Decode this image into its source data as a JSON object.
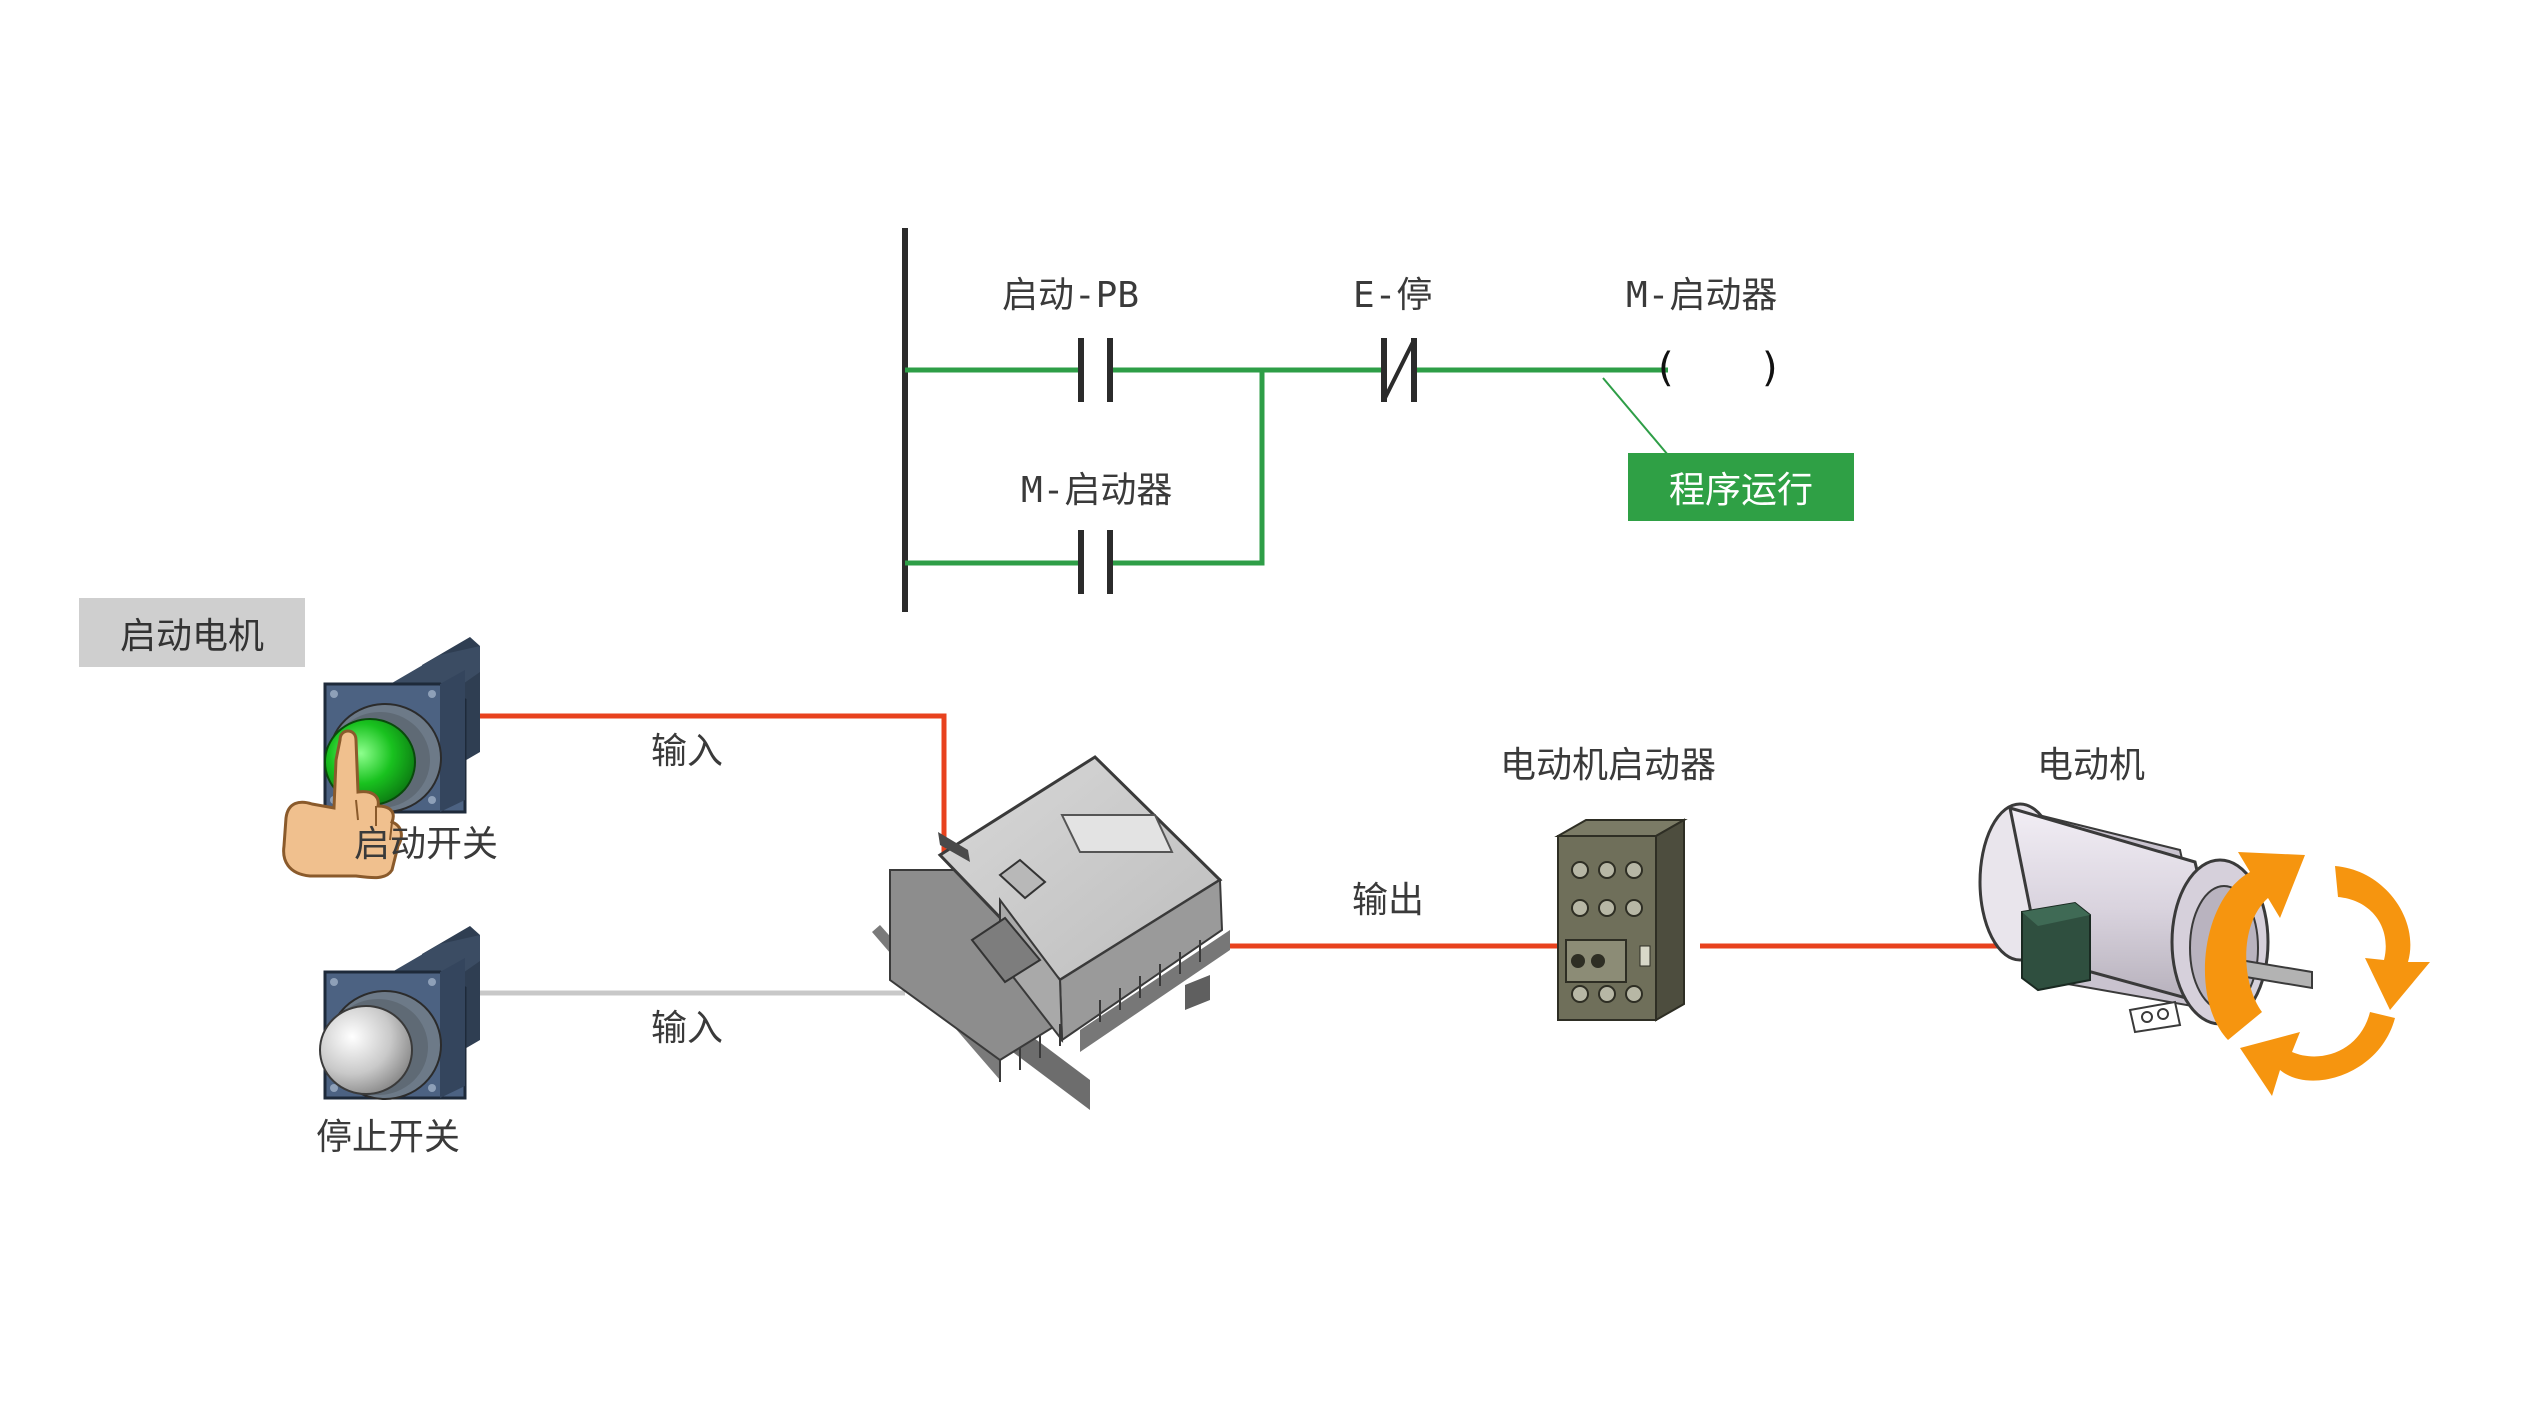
{
  "controls": {
    "start_motor_button": "启动电机"
  },
  "ladder": {
    "contact_start_pb": "启动-PB",
    "contact_estop": "E-停",
    "coil_label": "M-启动器",
    "coil_symbol_left": "(",
    "coil_symbol_right": ")",
    "seal_contact": "M-启动器",
    "status_badge": "程序运行"
  },
  "devices": {
    "start_switch": "启动开关",
    "stop_switch": "停止开关",
    "motor_starter": "电动机启动器",
    "motor": "电动机"
  },
  "wires": {
    "input_1": "输入",
    "input_2": "输入",
    "output": "输出"
  },
  "colors": {
    "energized_rung": "#2e9e47",
    "power_wire": "#e8421e",
    "idle_wire": "#c8c8c8",
    "badge_green": "#2fa045",
    "rotation_arrow": "#f6950f"
  },
  "icons": {
    "pointer": "hand-pointer-icon",
    "rotation": "rotation-arrows-icon"
  }
}
